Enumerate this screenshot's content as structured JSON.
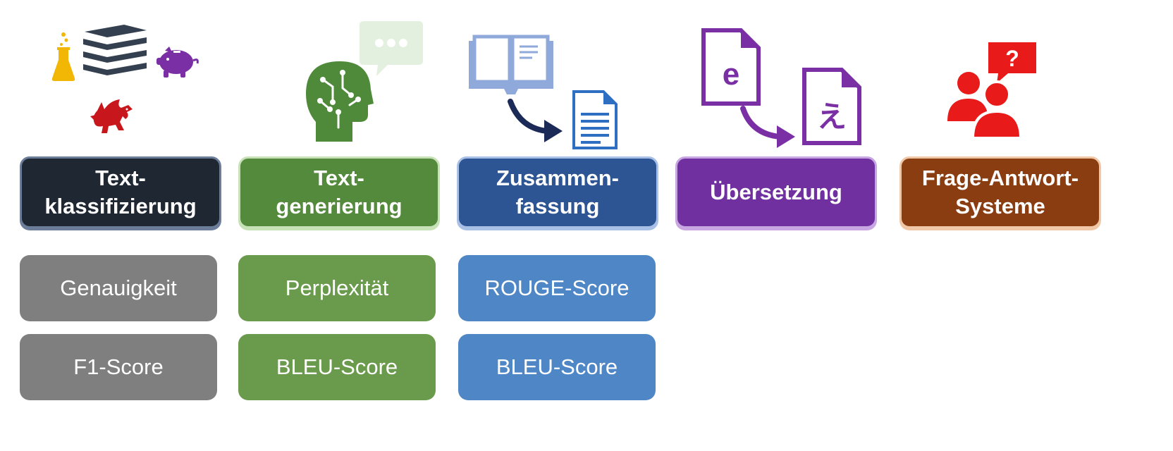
{
  "tasks": [
    {
      "line1": "Text-",
      "line2": "klassifizierung",
      "color": "#1f2733",
      "border": "#6c7d9a"
    },
    {
      "line1": "Text-",
      "line2": "generierung",
      "color": "#548a3c",
      "border": "#c8e2b8"
    },
    {
      "line1": "Zusammen-",
      "line2": "fassung",
      "color": "#2d5493",
      "border": "#a8c0e6"
    },
    {
      "line1": "Übersetzung",
      "line2": "",
      "color": "#7030a0",
      "border": "#c7a6e2"
    },
    {
      "line1": "Frage-Antwort-",
      "line2": "Systeme",
      "color": "#8a3d10",
      "border": "#f1c8a7"
    }
  ],
  "metrics": {
    "col1": [
      "Genauigkeit",
      "F1-Score"
    ],
    "col2": [
      "Perplexität",
      "BLEU-Score"
    ],
    "col3": [
      "ROUGE-Score",
      "BLEU-Score"
    ]
  },
  "metric_colors": {
    "col1": "#7f7f7f",
    "col2": "#6a9a4c",
    "col3": "#4f86c6"
  },
  "icons": {
    "col1": [
      "flask-icon",
      "books-icon",
      "piggy-bank-icon",
      "dragon-icon"
    ],
    "col2": [
      "brain-head-icon",
      "speech-bubble-icon"
    ],
    "col3": [
      "open-book-icon",
      "arrow-icon",
      "document-icon"
    ],
    "col4": [
      "file-e-icon",
      "arrow-icon",
      "file-translated-icon"
    ],
    "col5": [
      "people-icon",
      "question-bubble-icon"
    ]
  },
  "icon_text": {
    "file_source": "e",
    "file_target": "え",
    "question": "?"
  }
}
